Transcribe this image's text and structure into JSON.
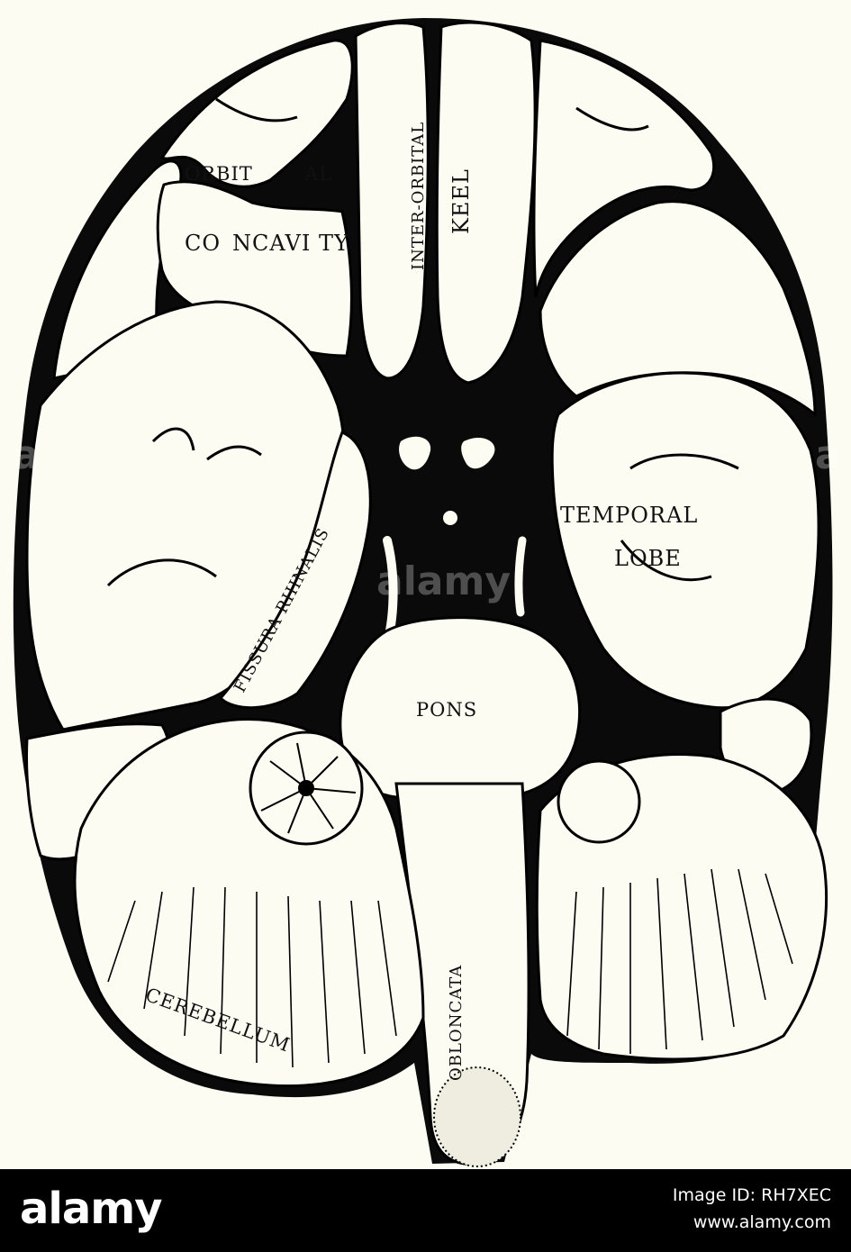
{
  "labels": {
    "orbital_a": "ORBIT",
    "orbital_b": "AL",
    "concavity_a": "CO",
    "concavity_b": "NCAVI",
    "concavity_c": "TY",
    "inter_orbital": "INTER-ORBITAL",
    "keel": "KEEL",
    "temporal": "TEMPORAL",
    "lobe": "LOBE",
    "fissura": "FISSURA RHINALIS",
    "pons": "PONS",
    "oblongata": "OBLONCATA",
    "cerebellum": "CEREBELLUM"
  },
  "watermark": {
    "center": "alamy",
    "left": "a",
    "right": "a"
  },
  "footer": {
    "brand": "alamy",
    "image_id": "Image ID: RH7XEC",
    "site": "www.alamy.com"
  },
  "colors": {
    "paper": "#fdfcf3",
    "ink": "#000000",
    "footer_bg": "#000000",
    "footer_text": "#ffffff"
  }
}
